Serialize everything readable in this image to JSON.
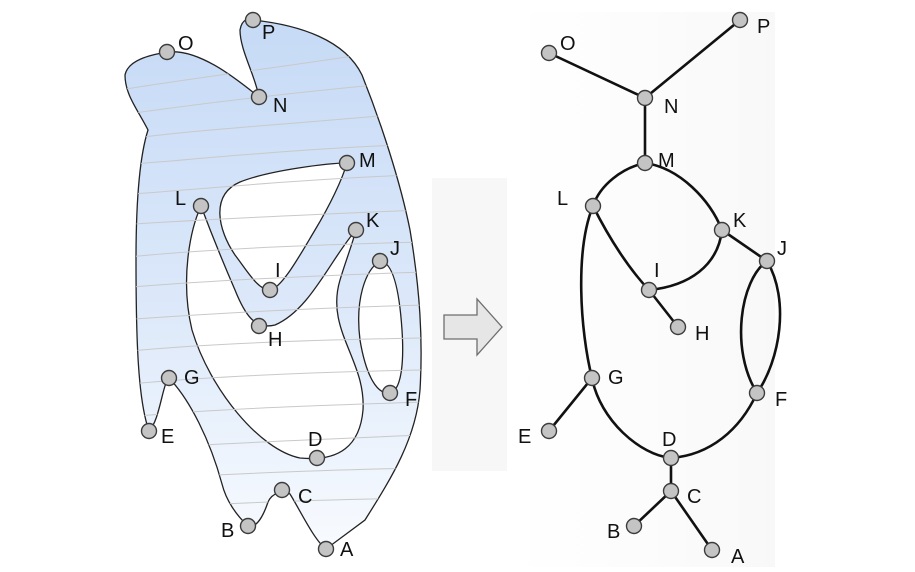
{
  "nodes": {
    "A": "A",
    "B": "B",
    "C": "C",
    "D": "D",
    "E": "E",
    "F": "F",
    "G": "G",
    "H": "H",
    "I": "I",
    "J": "J",
    "K": "K",
    "L": "L",
    "M": "M",
    "N": "N",
    "O": "O",
    "P": "P"
  },
  "graph_edges": [
    [
      "O",
      "N"
    ],
    [
      "P",
      "N"
    ],
    [
      "N",
      "M"
    ],
    [
      "M",
      "L"
    ],
    [
      "M",
      "K"
    ],
    [
      "L",
      "I"
    ],
    [
      "K",
      "I"
    ],
    [
      "I",
      "H"
    ],
    [
      "K",
      "J"
    ],
    [
      "J",
      "F"
    ],
    [
      "L",
      "G"
    ],
    [
      "G",
      "E"
    ],
    [
      "G",
      "D"
    ],
    [
      "F",
      "D"
    ],
    [
      "D",
      "C"
    ],
    [
      "C",
      "B"
    ],
    [
      "C",
      "A"
    ]
  ],
  "colors": {
    "region_top": "#c9dcf5",
    "region_bottom": "#f7faff",
    "node_fill": "#c4c4c4",
    "arrow_fill": "#e6e6e6"
  }
}
